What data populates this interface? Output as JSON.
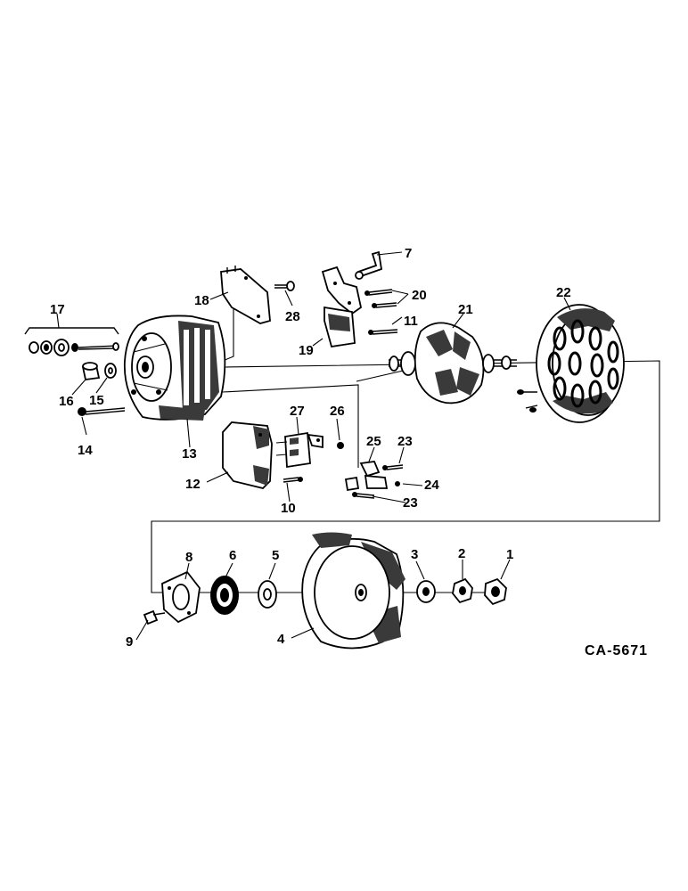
{
  "drawing_code": "CA-5671",
  "callouts": [
    {
      "id": "c1",
      "text": "1"
    },
    {
      "id": "c2",
      "text": "2"
    },
    {
      "id": "c3",
      "text": "3"
    },
    {
      "id": "c4",
      "text": "4"
    },
    {
      "id": "c5",
      "text": "5"
    },
    {
      "id": "c6",
      "text": "6"
    },
    {
      "id": "c7",
      "text": "7"
    },
    {
      "id": "c8",
      "text": "8"
    },
    {
      "id": "c9",
      "text": "9"
    },
    {
      "id": "c10",
      "text": "10"
    },
    {
      "id": "c11",
      "text": "11"
    },
    {
      "id": "c12",
      "text": "12"
    },
    {
      "id": "c13",
      "text": "13"
    },
    {
      "id": "c14",
      "text": "14"
    },
    {
      "id": "c15",
      "text": "15"
    },
    {
      "id": "c16",
      "text": "16"
    },
    {
      "id": "c17",
      "text": "17"
    },
    {
      "id": "c18",
      "text": "18"
    },
    {
      "id": "c19",
      "text": "19"
    },
    {
      "id": "c20",
      "text": "20"
    },
    {
      "id": "c21",
      "text": "21"
    },
    {
      "id": "c22",
      "text": "22"
    },
    {
      "id": "c23a",
      "text": "23"
    },
    {
      "id": "c23b",
      "text": "23"
    },
    {
      "id": "c24",
      "text": "24"
    },
    {
      "id": "c25",
      "text": "25"
    },
    {
      "id": "c26",
      "text": "26"
    },
    {
      "id": "c27",
      "text": "27"
    },
    {
      "id": "c28",
      "text": "28"
    }
  ]
}
